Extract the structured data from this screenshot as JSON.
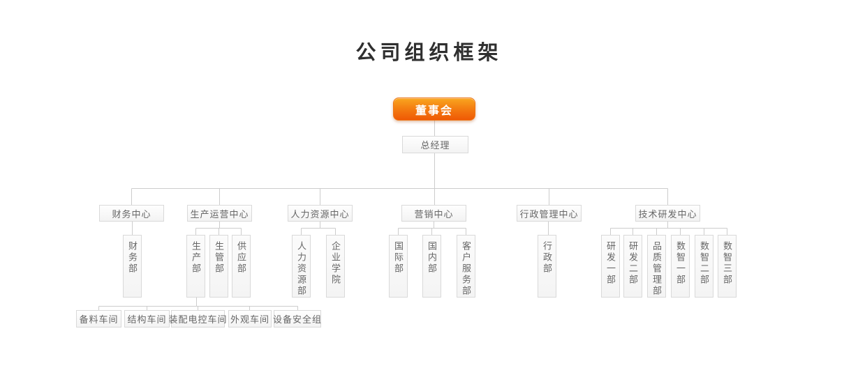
{
  "title": "公司组织框架",
  "colors": {
    "accent_gradient_top": "#f9a61f",
    "accent_gradient_bottom": "#ef5905",
    "root_text": "#ffffff",
    "node_border": "#d9d9d9",
    "node_fill": "#f7f7f7",
    "node_text": "#666666",
    "connector_line": "#cccccc",
    "title_text": "#2f2f2f"
  },
  "chart": {
    "root": {
      "label": "董事会"
    },
    "general_manager": {
      "label": "总经理"
    },
    "centers": [
      {
        "label": "财务中心",
        "departments": [
          "财务部"
        ]
      },
      {
        "label": "生产运营中心",
        "departments": [
          "生产部",
          "生管部",
          "供应部"
        ]
      },
      {
        "label": "人力资源中心",
        "departments": [
          "人力资源部",
          "企业学院"
        ]
      },
      {
        "label": "营销中心",
        "departments": [
          "国际部",
          "国内部",
          "客户服务部"
        ]
      },
      {
        "label": "行政管理中心",
        "departments": [
          "行政部"
        ]
      },
      {
        "label": "技术研发中心",
        "departments": [
          "研发一部",
          "研发二部",
          "品质管理部",
          "数智一部",
          "数智二部",
          "数智三部"
        ]
      }
    ],
    "workshops": {
      "parent": "生产部",
      "items": [
        "备料车间",
        "结构车间",
        "装配电控车间",
        "外观车间",
        "设备安全组"
      ]
    }
  }
}
